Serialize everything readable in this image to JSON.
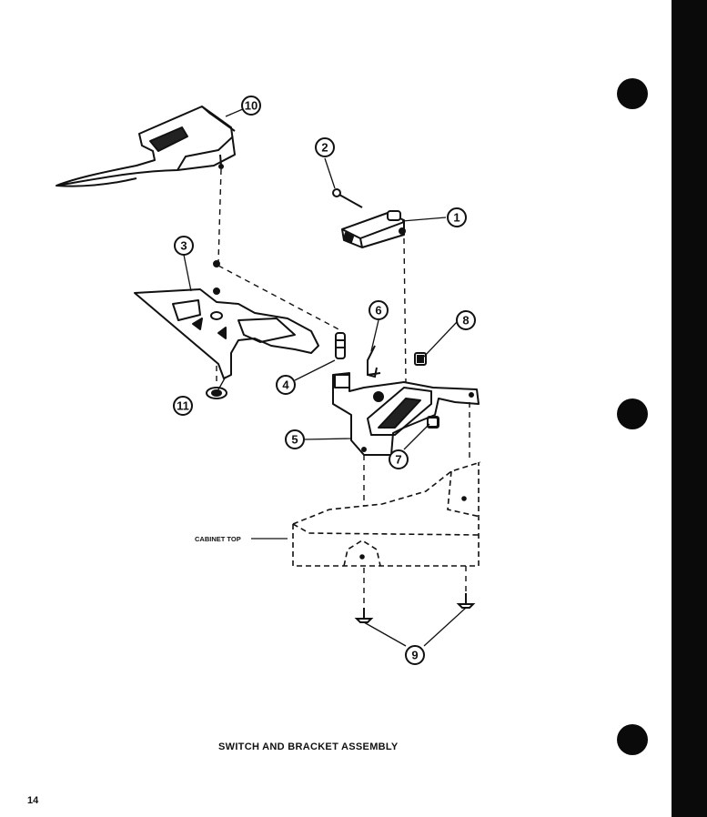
{
  "caption": "SWITCH AND BRACKET ASSEMBLY",
  "page_number": "14",
  "cabinet_label": "CABINET TOP",
  "callouts": [
    "1",
    "2",
    "3",
    "4",
    "5",
    "6",
    "7",
    "8",
    "9",
    "10",
    "11"
  ],
  "colors": {
    "ink": "#111111",
    "page": "#ffffff",
    "binding": "#0a0a0a"
  }
}
